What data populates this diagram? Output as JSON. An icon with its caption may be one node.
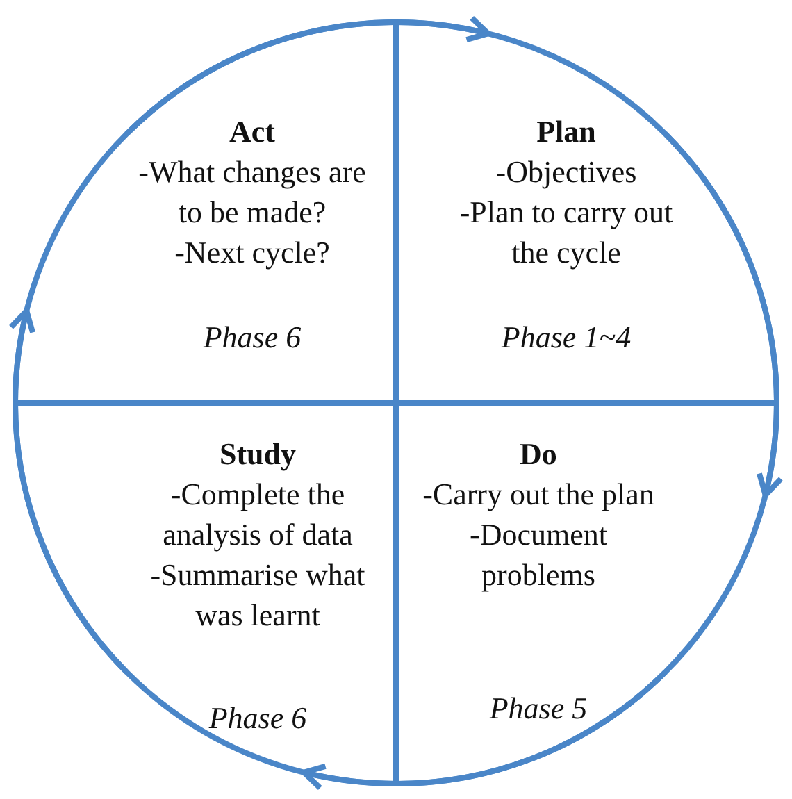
{
  "diagram": {
    "nodes": [
      {
        "text": [
          "Act",
          "-What changes are to be made?",
          "-Next cycle?",
          "Phase 6"
        ]
      },
      {
        "text": [
          "Plan",
          "-Objectives",
          "-Plan to carry out the cycle",
          "Phase 1~4"
        ]
      },
      {
        "text": [
          "Study",
          "-Complete the analysis of data",
          "-Summarise what was learnt",
          "Phase 6"
        ]
      },
      {
        "text": [
          "Do",
          "-Carry out the plan",
          "-Document problems",
          "Phase 5"
        ]
      }
    ],
    "edges": [
      {
        "from": 0,
        "to": 1,
        "arrow": "to"
      },
      {
        "from": 1,
        "to": 3,
        "arrow": "to"
      },
      {
        "from": 3,
        "to": 2,
        "arrow": "to"
      },
      {
        "from": 2,
        "to": 0,
        "arrow": "to"
      }
    ]
  }
}
